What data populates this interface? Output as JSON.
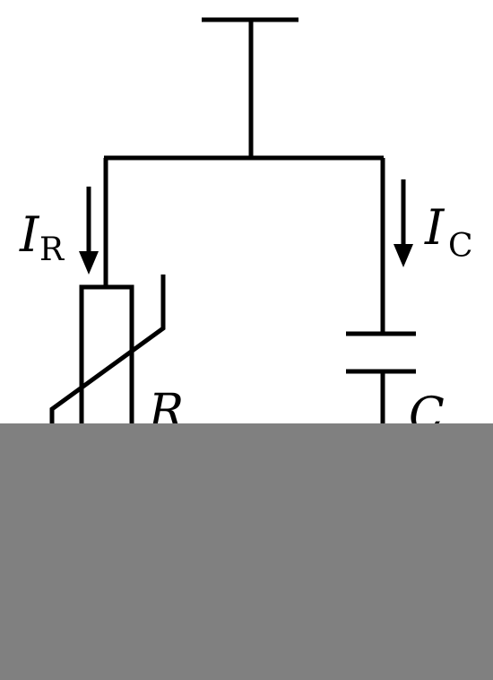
{
  "labels": {
    "current_r_main": "I",
    "current_r_sub": "R",
    "current_c_main": "I",
    "current_c_sub": "C",
    "resistor_label": "R",
    "capacitor_label": "C"
  },
  "colors": {
    "line": "#000000",
    "background": "#ffffff",
    "occluder": "#808080"
  }
}
